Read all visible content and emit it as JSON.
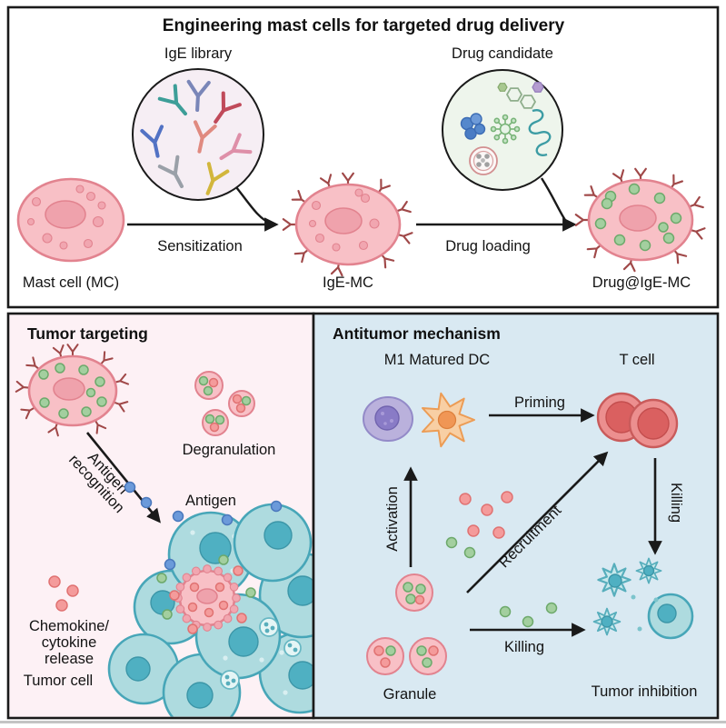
{
  "figure": {
    "top_panel": {
      "title": "Engineering mast cells for targeted drug delivery",
      "ige_library": "IgE library",
      "drug_candidate": "Drug candidate",
      "mast_cell": "Mast cell (MC)",
      "sensitization": "Sensitization",
      "ige_mc": "IgE-MC",
      "drug_loading": "Drug loading",
      "drug_ige_mc": "Drug@IgE-MC"
    },
    "tumor_targeting_panel": {
      "title": "Tumor targeting",
      "degranulation": "Degranulation",
      "antigen_recognition_line1": "Antigen",
      "antigen_recognition_line2": "recognition",
      "antigen": "Antigen",
      "chemokine_line1": "Chemokine/",
      "chemokine_line2": "cytokine",
      "chemokine_line3": "release",
      "tumor_cell": "Tumor cell"
    },
    "antitumor_panel": {
      "title": "Antitumor mechanism",
      "m1_matured_dc": "M1 Matured DC",
      "t_cell": "T cell",
      "priming": "Priming",
      "activation": "Activation",
      "recruitment": "Recruitment",
      "killing_tcell": "Killing",
      "killing_granule": "Killing",
      "granule": "Granule",
      "tumor_inhibition": "Tumor inhibition"
    }
  },
  "palette": {
    "mast_cell_fill": "#f8c0c6",
    "mast_cell_stroke": "#e2838f",
    "tumor_cell_fill": "#aedbdf",
    "tumor_cell_stroke": "#47a6b8",
    "granule_green": "#a3cf9f",
    "granule_red": "#f49b9b",
    "antigen_blue": "#6b9ada",
    "receptor_brown": "#a04848",
    "top_panel_bg": "#ffffff",
    "left_panel_bg": "#fdf1f5",
    "right_panel_bg": "#d9e9f2"
  }
}
